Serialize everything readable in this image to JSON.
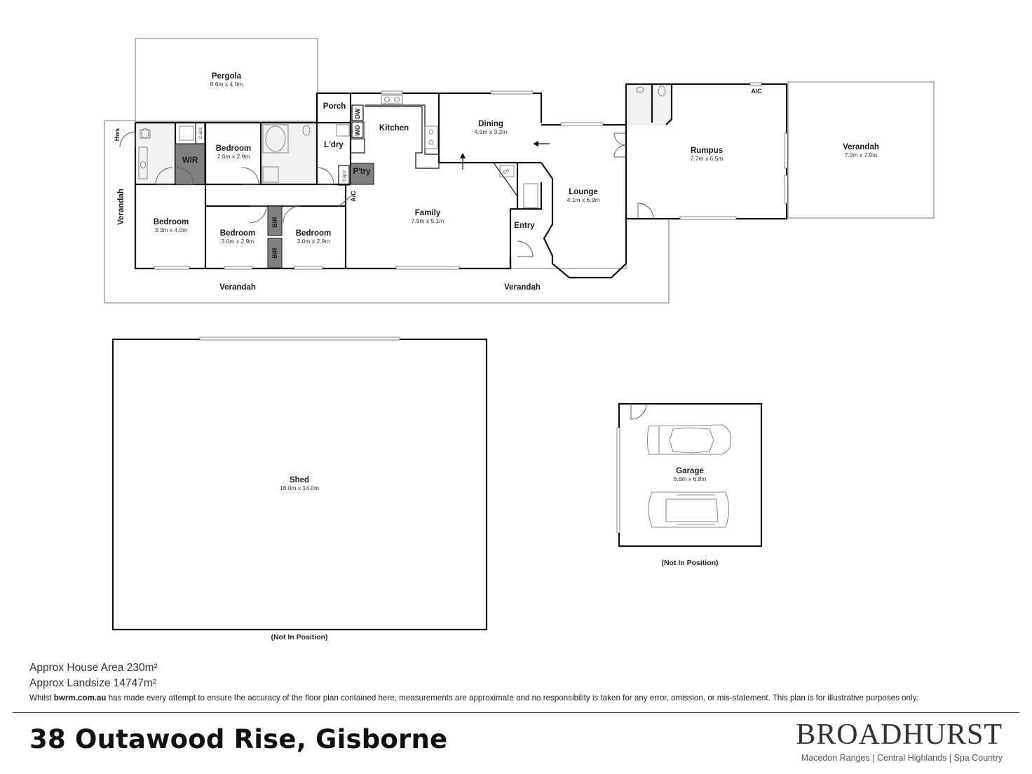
{
  "rooms": {
    "pergola": {
      "name": "Pergola",
      "dims": "8.6m x 4.0m"
    },
    "porch": {
      "name": "Porch"
    },
    "kitchen": {
      "name": "Kitchen"
    },
    "dining": {
      "name": "Dining",
      "dims": "4.9m x 3.2m"
    },
    "rumpus": {
      "name": "Rumpus",
      "dims": "7.7m x 6.5m"
    },
    "verandah_right": {
      "name": "Verandah",
      "dims": "7.0m x 7.0m"
    },
    "bedroom_top": {
      "name": "Bedroom",
      "dims": "2.6m x 2.9m"
    },
    "wir": {
      "name": "WIR"
    },
    "laundry": {
      "name": "L'dry"
    },
    "pantry": {
      "name": "P'try"
    },
    "bedroom_left": {
      "name": "Bedroom",
      "dims": "3.3m x 4.0m"
    },
    "bedroom_mid1": {
      "name": "Bedroom",
      "dims": "3.0m x 2.9m"
    },
    "bedroom_mid2": {
      "name": "Bedroom",
      "dims": "3.0m x 2.9m"
    },
    "family": {
      "name": "Family",
      "dims": "7.9m x 5.1m"
    },
    "entry": {
      "name": "Entry"
    },
    "lounge": {
      "name": "Lounge",
      "dims": "4.1m x 6.9m"
    },
    "verandah_left": {
      "name": "Verandah"
    },
    "verandah_bottom1": {
      "name": "Verandah"
    },
    "verandah_bottom2": {
      "name": "Verandah"
    },
    "shed": {
      "name": "Shed",
      "dims": "18.0m x 14.0m"
    },
    "garage": {
      "name": "Garage",
      "dims": "6.8m x 6.8m"
    }
  },
  "labels": {
    "hws": "Hws",
    "cupd1": "Cup'd",
    "cupd2": "Cup'd",
    "dw": "DW",
    "wo": "WO",
    "ac1": "A/C",
    "ac2": "A/C",
    "bir1": "BIR",
    "bir2": "BIR",
    "ch": "CH",
    "not_in_position_shed": "(Not In Position)",
    "not_in_position_garage": "(Not In Position)"
  },
  "footer": {
    "house_area": "Approx House Area 230m²",
    "land_size": "Approx Landsize 14747m²",
    "disclaimer_prefix": "Whilst ",
    "disclaimer_site": "bwrm.com.au",
    "disclaimer_suffix": " has made every attempt to ensure the accuracy of the floor plan contained here, measurements are approximate and no responsibility is taken for any error, omission, or mis-statement. This plan is for illustrative purposes only.",
    "address": "38 Outawood Rise, Gisborne"
  },
  "brand": {
    "name": "BROADHURST",
    "tagline": "Macedon Ranges | Central Highlands | Spa Country"
  }
}
